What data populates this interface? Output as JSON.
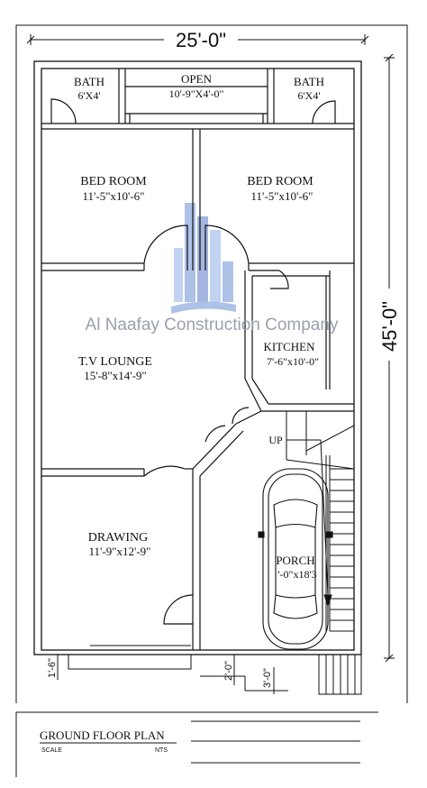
{
  "rooms": {
    "bath_left": {
      "name": "BATH",
      "size": "6'X4'"
    },
    "open": {
      "name": "OPEN",
      "size": "10'-9\"X4'-0\""
    },
    "bath_right": {
      "name": "BATH",
      "size": "6'X4'"
    },
    "bed_left": {
      "name": "BED ROOM",
      "size": "11'-5\"x10'-6\""
    },
    "bed_right": {
      "name": "BED ROOM",
      "size": "11'-5\"x10'-6\""
    },
    "lounge": {
      "name": "T.V LOUNGE",
      "size": "15'-8\"x14'-9\""
    },
    "kitchen": {
      "name": "KITCHEN",
      "size": "7'-6\"x10'-0\""
    },
    "drawing": {
      "name": "DRAWING",
      "size": "11'-9\"x12'-9\""
    },
    "porch": {
      "name": "PORCH",
      "size": "'-0\"x18'3"
    }
  },
  "labels": {
    "up": "UP"
  },
  "dimensions": {
    "width": "25'-0\"",
    "depth": "45'-0\"",
    "step_1": "1'-6\"",
    "step_2": "2'-0\"",
    "step_3": "3'-0\""
  },
  "watermark": "Al Naafay Construction Company",
  "title_block": {
    "title": "GROUND FLOOR PLAN",
    "scale_label": "SCALE",
    "scale_value": "NTS"
  },
  "colors": {
    "line": "#111111",
    "watermark_text": "#9aa0b0",
    "logo_blue": "#6d8fd4"
  }
}
